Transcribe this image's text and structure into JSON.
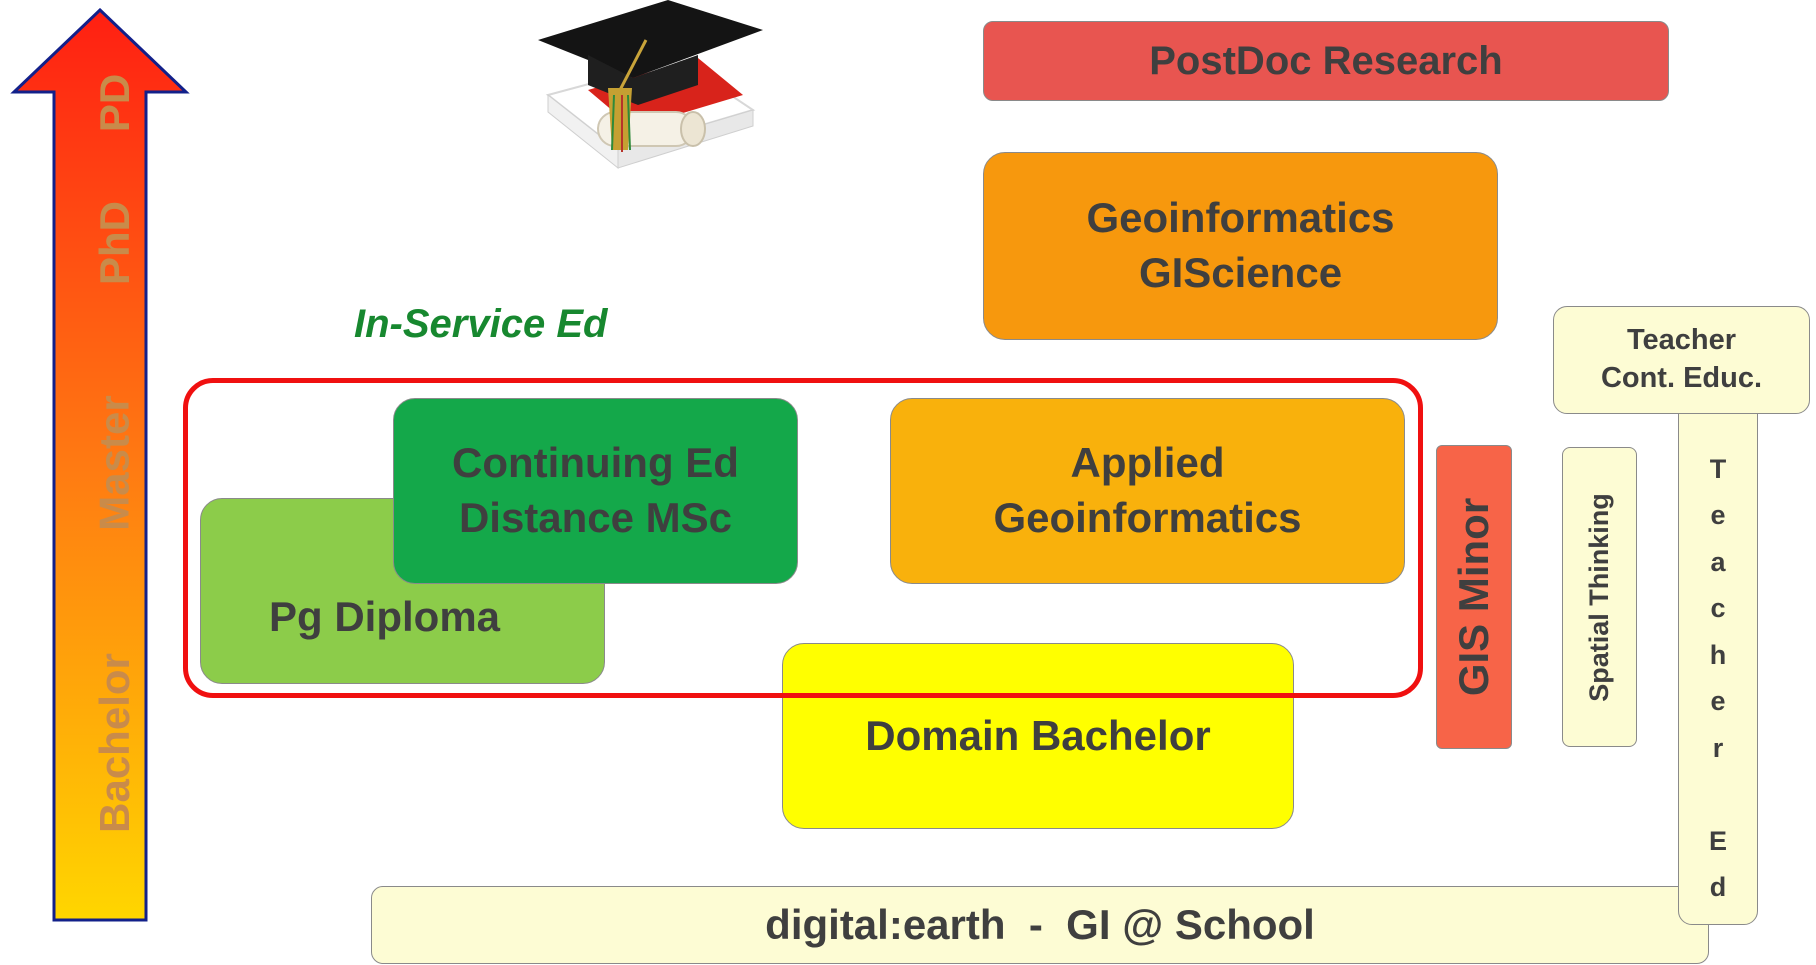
{
  "arrow": {
    "labels": [
      "PD",
      "PhD",
      "Master",
      "Bachelor"
    ]
  },
  "boxes": {
    "postdoc": "PostDoc Research",
    "geoinformatics_1": "Geoinformatics",
    "geoinformatics_2": "GIScience",
    "in_service": "In-Service Ed",
    "continuing_1": "Continuing Ed",
    "continuing_2": "Distance MSc",
    "pg_diploma": "Pg Diploma",
    "applied_1": "Applied",
    "applied_2": "Geoinformatics",
    "domain_bachelor": "Domain Bachelor",
    "gis_minor": "GIS Minor",
    "spatial_thinking": "Spatial Thinking",
    "teacher_cont_1": "Teacher",
    "teacher_cont_2": "Cont. Educ.",
    "teacher_ed_letters": [
      "T",
      "e",
      "a",
      "c",
      "h",
      "e",
      "r",
      "",
      "E",
      "d"
    ],
    "digital_earth": "digital:earth  -  GI @ School"
  },
  "colors": {
    "postdoc": "#e85550",
    "geoinformatics": "#f7980d",
    "continuing": "#14a84a",
    "pg_diploma": "#8ccc4a",
    "applied": "#f9b10c",
    "domain_bachelor": "#ffff00",
    "gis_minor": "#f76448",
    "pale": "#fdfcd4",
    "in_service_text": "#17882f",
    "red_outline": "#f01010",
    "arrow_top": "#ff1f12",
    "arrow_bottom": "#ffd600",
    "arrow_border": "#12208a"
  },
  "icons": {
    "graduation": "graduation-cap-and-diploma-icon"
  }
}
